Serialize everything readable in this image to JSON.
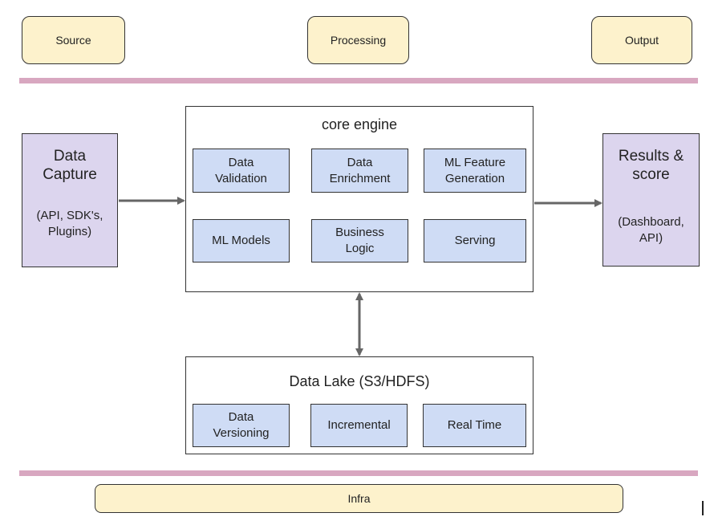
{
  "header": {
    "source": "Source",
    "processing": "Processing",
    "output": "Output"
  },
  "capture": {
    "title_line1": "Data",
    "title_line2": "Capture",
    "detail_line1": "(API, SDK's,",
    "detail_line2": "Plugins)"
  },
  "core": {
    "title": "core engine",
    "modules": [
      {
        "line1": "Data",
        "line2": "Validation"
      },
      {
        "line1": "Data",
        "line2": "Enrichment"
      },
      {
        "line1": "ML Feature",
        "line2": "Generation"
      },
      {
        "line1": "ML Models",
        "line2": ""
      },
      {
        "line1": "Business",
        "line2": "Logic"
      },
      {
        "line1": "Serving",
        "line2": ""
      }
    ]
  },
  "results": {
    "title_line1": "Results &",
    "title_line2": "score",
    "detail_line1": "(Dashboard,",
    "detail_line2": "API)"
  },
  "lake": {
    "title": "Data Lake (S3/HDFS)",
    "modules": [
      {
        "line1": "Data",
        "line2": "Versioning"
      },
      {
        "line1": "Incremental",
        "line2": ""
      },
      {
        "line1": "Real Time",
        "line2": ""
      }
    ]
  },
  "footer": {
    "infra": "Infra"
  },
  "colors": {
    "pill_fill": "#fdf2cc",
    "divider": "#d8a7c0",
    "side_fill": "#dcd5ee",
    "module_fill": "#cfdcf5",
    "arrow": "#666666"
  }
}
